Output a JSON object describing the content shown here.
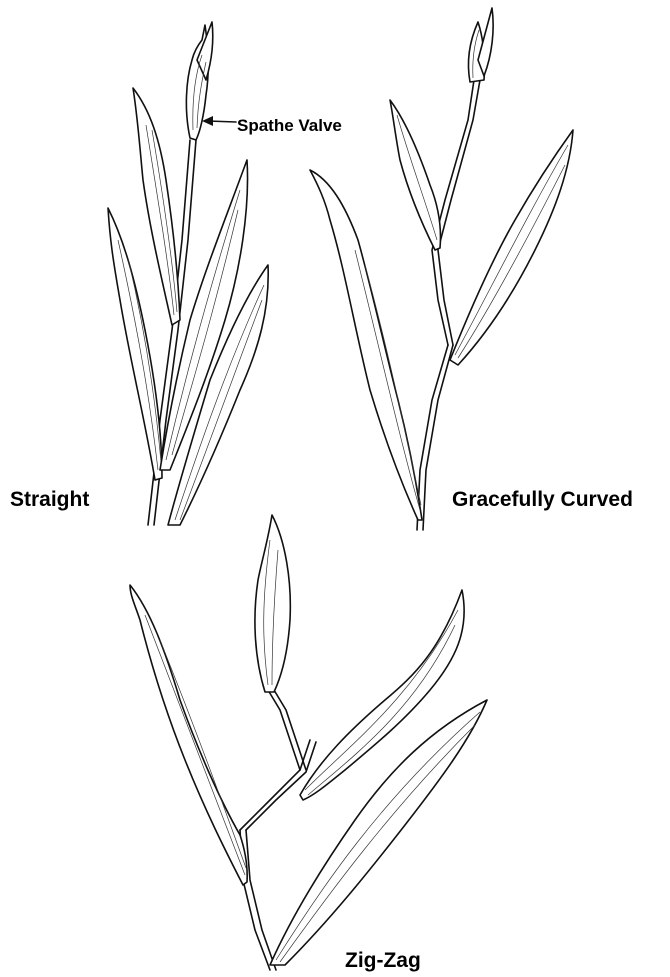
{
  "labels": {
    "spathe_valve": "Spathe Valve",
    "straight": "Straight",
    "gracefully_curved": "Gracefully Curved",
    "zig_zag": "Zig-Zag"
  },
  "colors": {
    "ink": "#111111",
    "background": "#ffffff"
  }
}
